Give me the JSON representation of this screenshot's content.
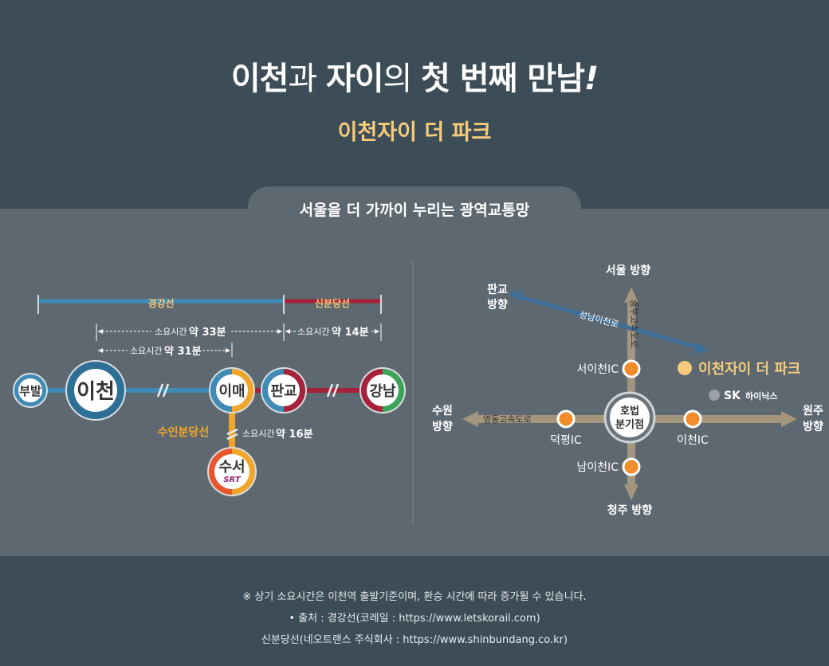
{
  "header": {
    "title_part1": "이천",
    "title_part2": "과 ",
    "title_part3": "자이",
    "title_part4": "의 ",
    "title_part5": "첫 번째 만남",
    "title_part6": "!",
    "subtitle": "이천자이 더 파크"
  },
  "tab": {
    "label": "서울을 더 가까이 누리는 광역교통망"
  },
  "subway": {
    "line_gyeongang": "경강선",
    "line_shinbundang": "신분당선",
    "time_label_prefix": "소요시간",
    "time_33": "약 33분",
    "time_14": "약 14분",
    "time_31": "약 31분",
    "time_16": "약 16분",
    "line_suin": "수인분당선",
    "stations": [
      "부발",
      "이천",
      "이매",
      "판교",
      "강남",
      "수서"
    ],
    "srt": "SRT"
  },
  "road": {
    "seoul": "서울 방향",
    "cheongju": "청주 방향",
    "pangyo_1": "판교",
    "pangyo_2": "방향",
    "suwon_1": "수원",
    "suwon_2": "방향",
    "wonju_1": "원주",
    "wonju_2": "방향",
    "seongnam_icheon_ro": "성남이천로",
    "jungbu_expressway": "중부고속도로",
    "yeongdong_expressway": "영동고속도로",
    "seoicheon_ic": "서이천IC",
    "deokpyeong_ic": "덕평IC",
    "namicheon_ic": "남이천IC",
    "icheon_ic": "이천IC",
    "hobeop_1": "호법",
    "hobeop_2": "분기점",
    "site": "이천자이 더 파크",
    "sk_1": "SK",
    "sk_2": "하이닉스"
  },
  "footer": {
    "note1": "※ 상기 소요시간은 이천역 출발기준이며, 환승 시간에 따라 증가될 수 있습니다.",
    "note2": "• 출처 : 경강선(코레일 : https://www.letskorail.com)",
    "note3": "신분당선(네오트랜스 주식회사 : https://www.shinbundang.co.kr)"
  },
  "colors": {
    "gyeongang": "#3f8bb5",
    "shinbundang": "#a6213a",
    "suin": "#f0a62a",
    "accent": "#f6cc7c",
    "ic_orange": "#f08c2c"
  }
}
